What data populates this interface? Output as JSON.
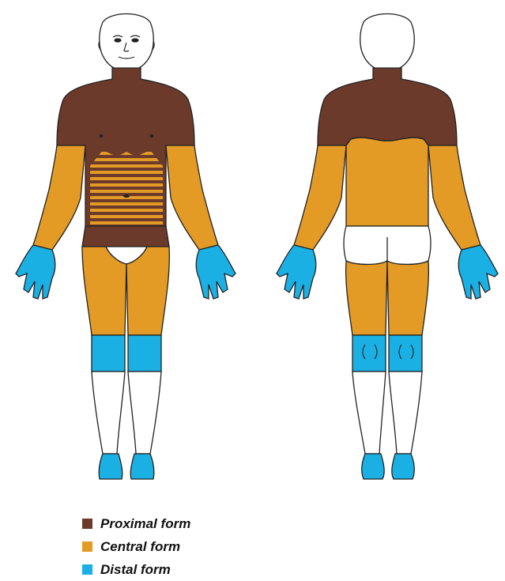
{
  "colors": {
    "proximal": "#6b3a2a",
    "central": "#e39b26",
    "distal": "#1bb0e4",
    "outline": "#222222",
    "background": "#ffffff"
  },
  "legend": {
    "items": [
      {
        "label": "Proximal form",
        "color_key": "proximal"
      },
      {
        "label": "Central form",
        "color_key": "central"
      },
      {
        "label": "Distal form",
        "color_key": "distal"
      }
    ]
  }
}
